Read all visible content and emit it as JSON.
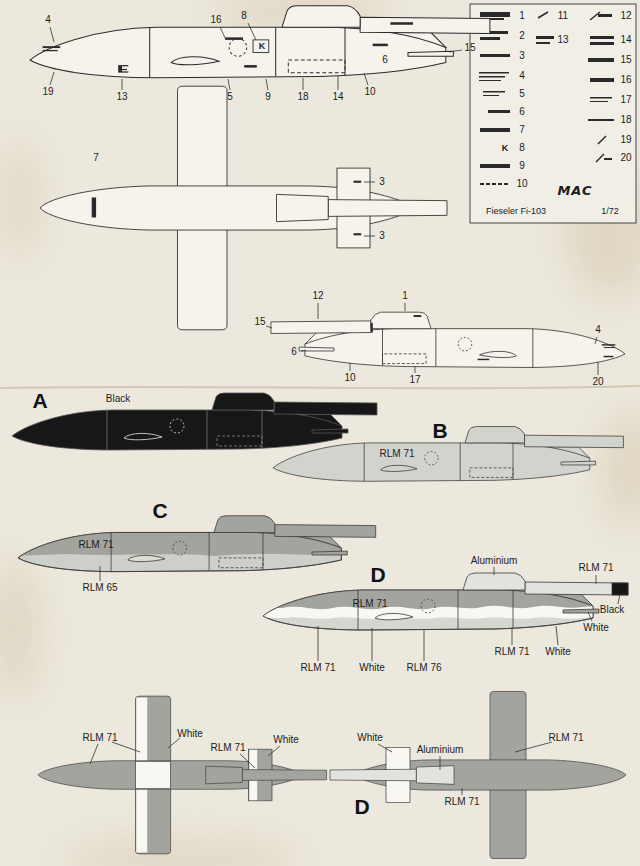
{
  "diagram": {
    "labels": [
      "4",
      "16",
      "8",
      "K",
      "15",
      "6",
      "19",
      "13",
      "5",
      "9",
      "18",
      "14",
      "10",
      "7",
      "3",
      "3",
      "12",
      "1",
      "15",
      "6",
      "10",
      "17",
      "4",
      "20",
      "A",
      "Black",
      "B",
      "RLM 71",
      "C",
      "RLM 71",
      "RLM 65",
      "D",
      "Aluminium",
      "RLM 71",
      "RLM 71",
      "Black",
      "White",
      "RLM 71",
      "White",
      "RLM 76",
      "RLM 71",
      "White",
      "D",
      "RLM 71",
      "White",
      "RLM 71",
      "White",
      "White",
      "Aluminium",
      "RLM 71",
      "RLM 71",
      "K",
      "MAC",
      "Fieseler Fi-103",
      "1/72"
    ],
    "legend": [
      {
        "text": "1"
      },
      {
        "text": "2"
      },
      {
        "text": "3"
      },
      {
        "text": "4"
      },
      {
        "text": "5"
      },
      {
        "text": "6"
      },
      {
        "text": "7"
      },
      {
        "text": "8"
      },
      {
        "text": "9"
      },
      {
        "text": "10"
      },
      {
        "text": "11"
      },
      {
        "text": "12"
      },
      {
        "text": "13"
      },
      {
        "text": "14"
      },
      {
        "text": "15"
      },
      {
        "text": "16"
      },
      {
        "text": "17"
      },
      {
        "text": "18"
      },
      {
        "text": "19"
      },
      {
        "text": "20"
      }
    ]
  }
}
